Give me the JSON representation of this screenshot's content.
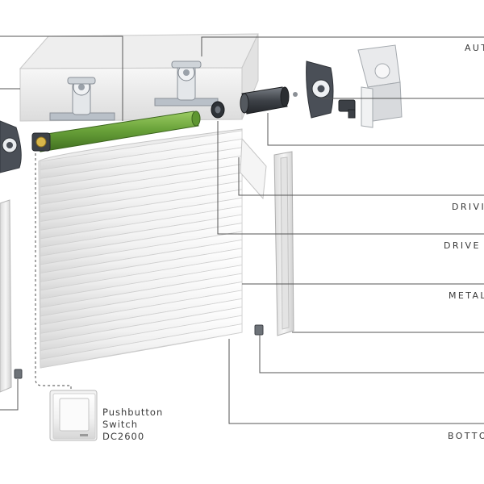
{
  "callouts": {
    "automatic_top": "AUT",
    "drive_1": "DRIVI",
    "drive_2": "DRIVE A",
    "metal": "METAL",
    "bottom": "BOTTO"
  },
  "switch": {
    "line1": "Pushbutton",
    "line2": "Switch",
    "line3": "DC2600"
  },
  "colors": {
    "leader": "#555555",
    "motor_tube": "#6aa33a",
    "panel": "#f2f2f2",
    "bracket_dark": "#4a4f57"
  }
}
